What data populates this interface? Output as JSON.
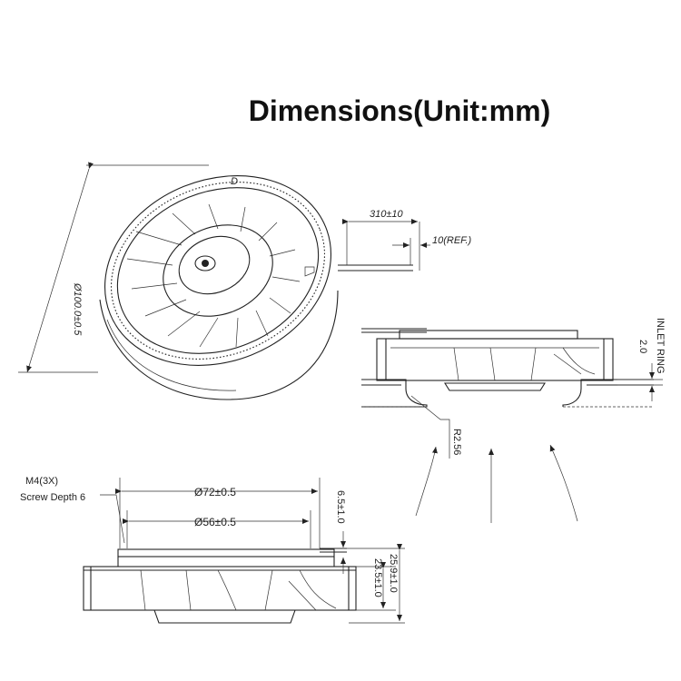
{
  "title": "Dimensions(Unit:mm)",
  "labels": {
    "outer_diameter": "Ø100.0±0.5",
    "cable_length": "310±10",
    "strip_length": "10(REF.)",
    "inlet_ring_label": "INLET RING",
    "inlet_ring_value": "2.0",
    "radius": "R2.56",
    "screw_spec": "M4(3X)",
    "screw_depth": "Screw Depth 6",
    "diameter_72": "Ø72±0.5",
    "diameter_56": "Ø56±0.5",
    "height_hub": "6.5±1.0",
    "height_total": "25.9±1.0",
    "height_body": "23.5±1.0",
    "frame_mark": "D"
  }
}
